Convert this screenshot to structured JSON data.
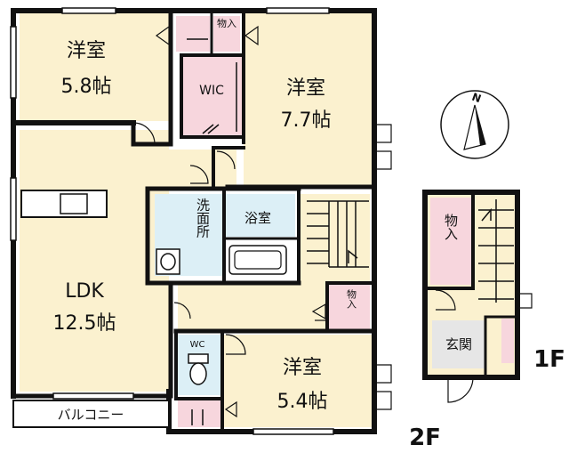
{
  "floor2": {
    "room_nw": {
      "name": "洋室",
      "size": "5.8帖"
    },
    "room_ne": {
      "name": "洋室",
      "size": "7.7帖"
    },
    "wic": "WIC",
    "storage_top": "物入",
    "ldk": {
      "name": "LDK",
      "size": "12.5帖"
    },
    "washroom": "洗面所",
    "bathroom": "浴室",
    "storage_mid": "物入",
    "wc": "WC",
    "room_se": {
      "name": "洋室",
      "size": "5.4帖"
    },
    "balcony": "バルコニー",
    "floor_label": "2F"
  },
  "floor1": {
    "storage": "物入",
    "entrance": "玄関",
    "floor_label": "1F"
  },
  "colors": {
    "room": "#fbf1cf",
    "wet_area": "#dceff6",
    "closet": "#f7d6dd",
    "entrance": "#e6e6e6",
    "wall": "#111111"
  },
  "icons": [
    "north-compass-icon",
    "toilet-icon",
    "bathtub-icon",
    "sink-icon",
    "kitchen-counter-icon"
  ]
}
